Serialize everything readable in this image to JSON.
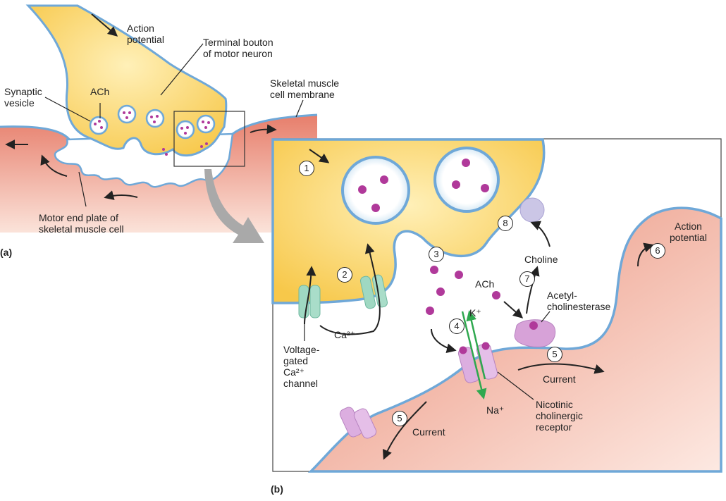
{
  "labels": {
    "action_potential_a": "Action\npotential",
    "terminal_bouton": "Terminal bouton\nof motor neuron",
    "synaptic_vesicle": "Synaptic\nvesicle",
    "ach_a": "ACh",
    "skeletal_membrane": "Skeletal muscle\ncell membrane",
    "motor_end_plate": "Motor end plate of\nskeletal muscle cell",
    "panel_a": "(a)",
    "panel_b": "(b)",
    "ca_channel": "Voltage-\ngated\nCa²⁺\nchannel",
    "ca_ion": "Ca²⁺",
    "ach_b": "ACh",
    "k_ion": "K⁺",
    "na_ion": "Na⁺",
    "choline": "Choline",
    "acetylcholinesterase": "Acetyl-\ncholinesterase",
    "action_potential_b": "Action\npotential",
    "current_1": "Current",
    "current_2": "Current",
    "nicotinic_receptor": "Nicotinic\ncholinergic\nreceptor"
  },
  "steps": {
    "s1": "1",
    "s2": "2",
    "s3": "3",
    "s4": "4",
    "s5a": "5",
    "s5b": "5",
    "s6": "6",
    "s7": "7",
    "s8": "8"
  },
  "colors": {
    "neuron_fill": "#f7cf55",
    "membrane": "#6fa8d8",
    "muscle_fill": "#e8907a",
    "vesicle_dot": "#b0399a",
    "channel": "#9fd8c2",
    "receptor": "#dcaee0",
    "ion_arrow": "#2fa84f"
  }
}
